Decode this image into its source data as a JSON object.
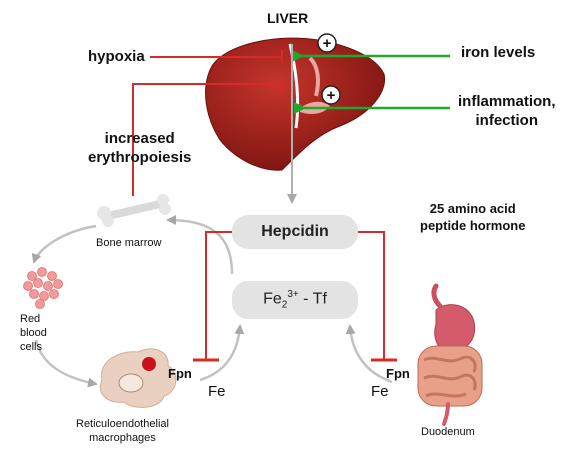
{
  "title": "LIVER",
  "inputs": {
    "hypoxia": "hypoxia",
    "iron_levels": "iron levels",
    "inflammation_line1": "inflammation,",
    "inflammation_line2": "infection",
    "erythropoiesis_line1": "increased",
    "erythropoiesis_line2": "erythropoiesis",
    "plus_sign": "+"
  },
  "center": {
    "hepcidin": "Hepcidin",
    "transferrin_prefix": "Fe",
    "transferrin_sub": "2",
    "transferrin_sup": "3+",
    "transferrin_suffix": " - Tf"
  },
  "description": {
    "line1": "25 amino acid",
    "line2": "peptide hormone"
  },
  "nodes": {
    "bone_marrow": "Bone marrow",
    "rbc_line1": "Red",
    "rbc_line2": "blood",
    "rbc_line3": "cells",
    "macrophage_line1": "Reticuloendothelial",
    "macrophage_line2": "macrophages",
    "duodenum": "Duodenum"
  },
  "transport": {
    "fpn_left": "Fpn",
    "fe_left": "Fe",
    "fpn_right": "Fpn",
    "fe_right": "Fe"
  },
  "colors": {
    "liver": "#a4201c",
    "inhibition": "#d42a2a",
    "activation": "#1fa82a",
    "arrow_gray": "#b5b5b5",
    "pill": "#e3e3e3"
  }
}
